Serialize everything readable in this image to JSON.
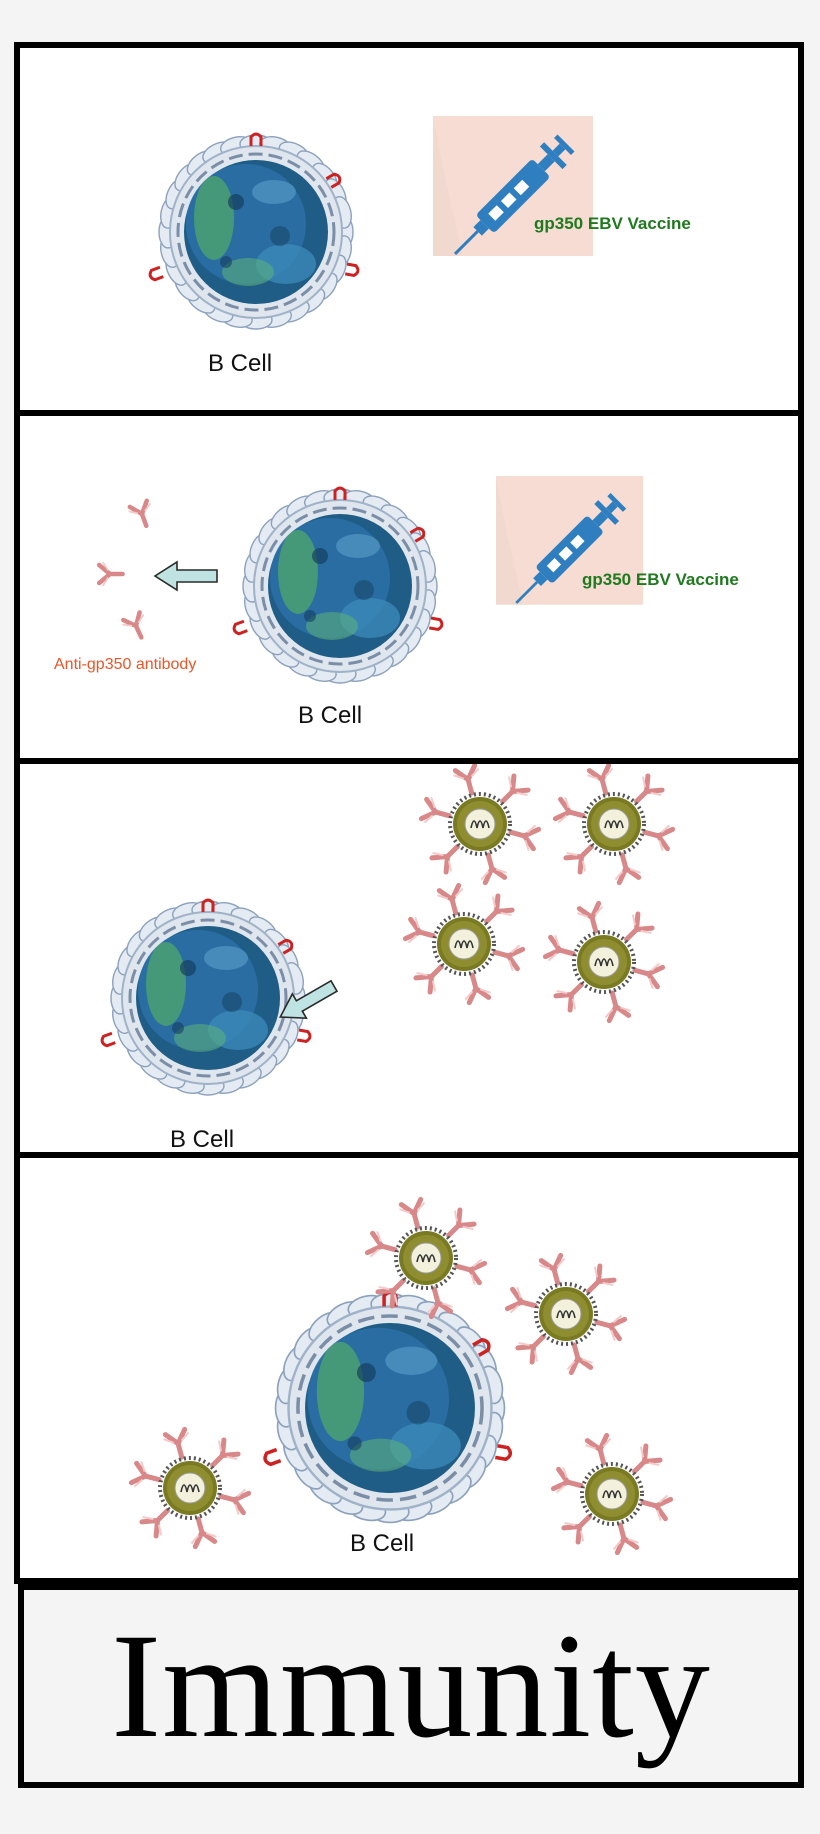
{
  "panels": [
    {
      "bcell_label": "B Cell",
      "vaccine_label": "gp350 EBV Vaccine"
    },
    {
      "bcell_label": "B Cell",
      "vaccine_label": "gp350 EBV Vaccine",
      "antibody_label": "Anti-gp350 antibody"
    },
    {
      "bcell_label": "B Cell"
    },
    {
      "bcell_label": "B Cell"
    }
  ],
  "title": "Immunity",
  "colors": {
    "vaccine_text": "#1f7a1f",
    "antibody_text": "#e8562a",
    "syringe": "#2f7fc0",
    "antibody": "#d88888",
    "virus": "#7a7a22",
    "receptor": "#cc2222",
    "arrow": "#bfe3e3"
  }
}
